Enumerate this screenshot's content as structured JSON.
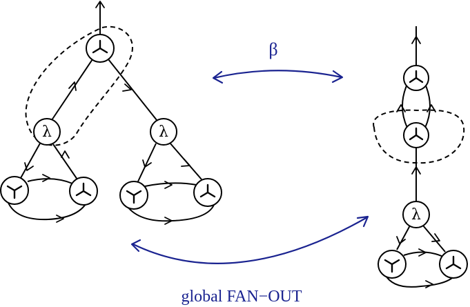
{
  "labels": {
    "beta": "β",
    "global_fan_out": "global FAN−OUT"
  },
  "node_symbols": {
    "lambda": "λ"
  },
  "colors": {
    "ink": "#000000",
    "accent_blue": "#1a2390"
  }
}
